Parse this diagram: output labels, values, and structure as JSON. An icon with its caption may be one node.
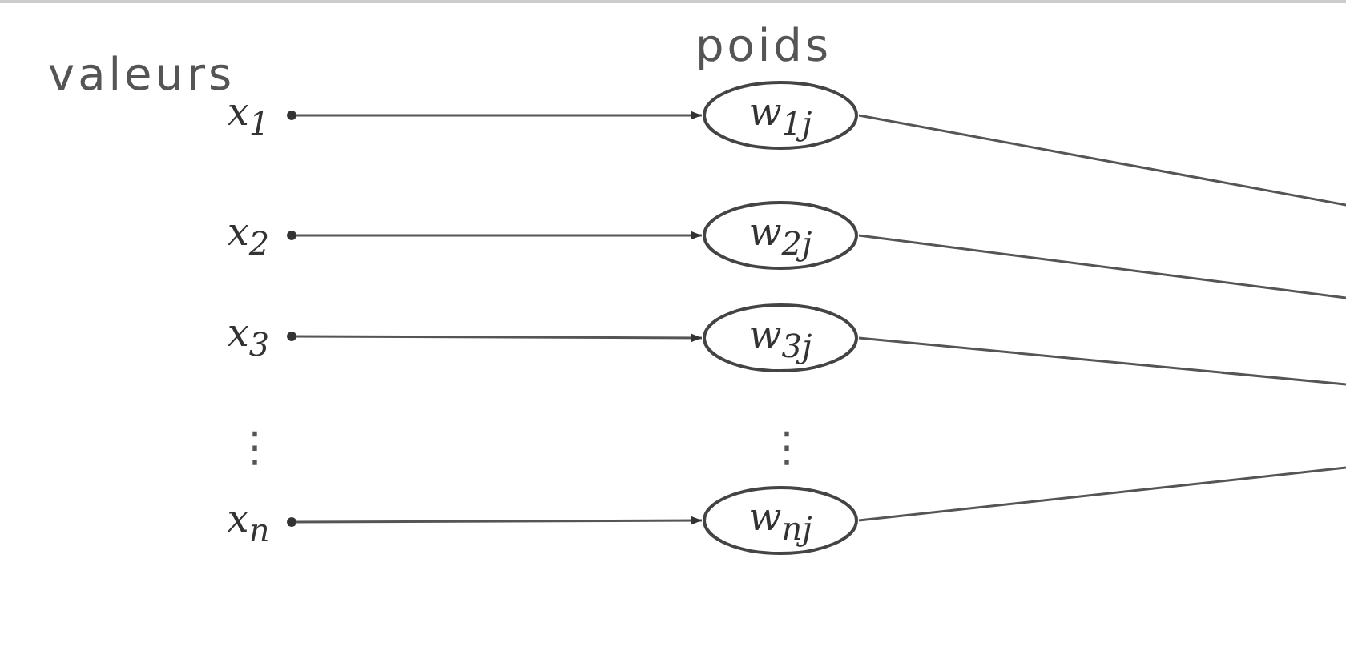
{
  "diagram": {
    "nodes": [
      {
        "text": [
          "x$_{1}$"
        ]
      },
      {
        "text": [
          "x$_{2}$"
        ]
      },
      {
        "text": [
          "x$_{3}$"
        ]
      },
      {
        "text": [
          "x$_{n}$"
        ]
      },
      {
        "text": [
          "w$_{1j}$"
        ]
      },
      {
        "text": [
          "w$_{2j}$"
        ]
      },
      {
        "text": [
          "w$_{3j}$"
        ]
      },
      {
        "text": [
          "w$_{nj}$"
        ]
      }
    ],
    "edges": [
      {
        "from": 0,
        "to": 4,
        "arrow": "to"
      },
      {
        "from": 1,
        "to": 5,
        "arrow": "to"
      },
      {
        "from": 2,
        "to": 6,
        "arrow": "to"
      },
      {
        "from": 3,
        "to": 7,
        "arrow": "to"
      },
      {
        "from": 4,
        "to": null,
        "arrow": "none"
      },
      {
        "from": 5,
        "to": null,
        "arrow": "none"
      },
      {
        "from": 6,
        "to": null,
        "arrow": "none"
      },
      {
        "from": 7,
        "to": null,
        "arrow": "none"
      }
    ],
    "labels": [
      "valeurs",
      "poids",
      "⋮",
      "⋮"
    ]
  }
}
